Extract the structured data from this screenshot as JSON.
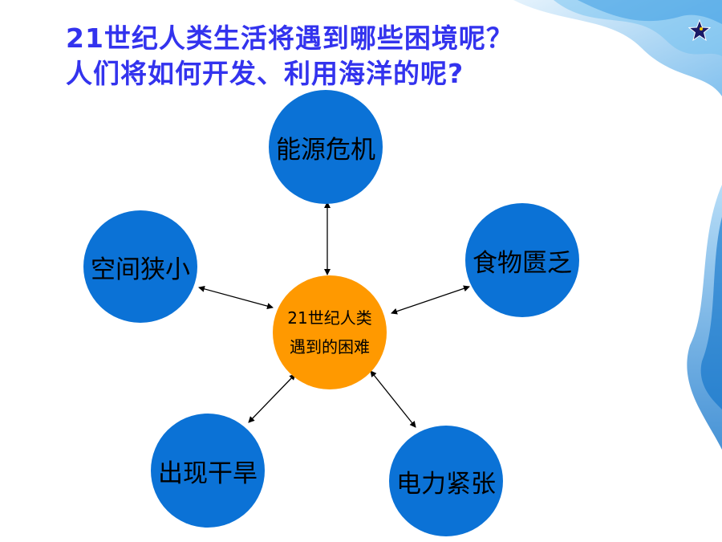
{
  "title": {
    "line1": "21世纪人类生活将遇到哪些困境呢？",
    "line2": "人们将如何开发、利用海洋的呢?"
  },
  "nav_icon": "star-icon",
  "diagram": {
    "center": {
      "line1": "21世纪人类",
      "line2": "遇到的困难",
      "color": "#ff9900"
    },
    "node_color": "#0b72d6",
    "nodes": [
      {
        "id": "energy",
        "label": "能源危机"
      },
      {
        "id": "food",
        "label": "食物匮乏"
      },
      {
        "id": "power",
        "label": "电力紧张"
      },
      {
        "id": "drought",
        "label": "出现干旱"
      },
      {
        "id": "space",
        "label": "空间狭小"
      }
    ]
  }
}
